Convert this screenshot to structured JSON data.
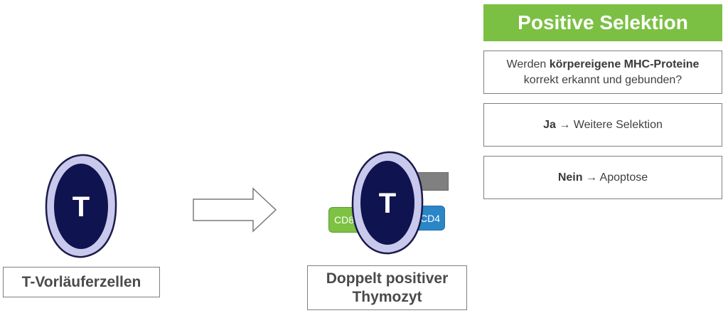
{
  "title": "Positive Selektion",
  "cell_letter": "T",
  "left_label": "T-Vorläuferzellen",
  "right_label": [
    "Doppelt positiver",
    "Thymozyt"
  ],
  "receptors": {
    "cd8": "CD8",
    "cd4": "CD4"
  },
  "question": {
    "prefix": "Werden ",
    "bold": "körpereigene MHC-Proteine",
    "suffix": "korrekt erkannt und gebunden?"
  },
  "yes": {
    "bold": "Ja",
    "arrow": "→",
    "text": "Weitere Selektion"
  },
  "no": {
    "bold": "Nein",
    "arrow": "→",
    "text": "Apoptose"
  },
  "colors": {
    "green": "#7bc043",
    "blue": "#2b86c7",
    "cell_dark": "#0f1450",
    "cell_membrane": "#c9c9ee"
  }
}
